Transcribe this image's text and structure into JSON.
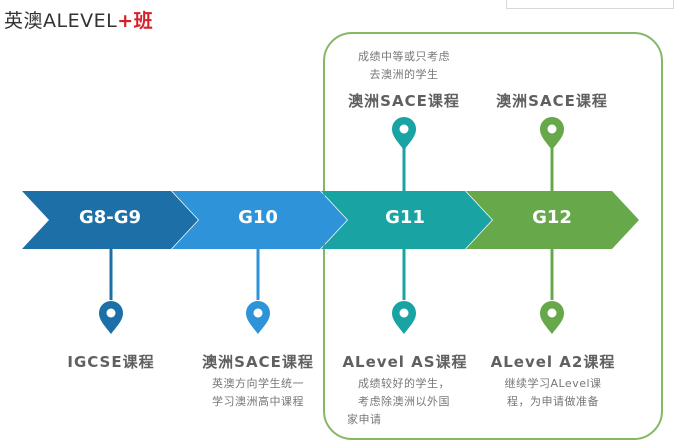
{
  "header": {
    "title_main": "英澳ALEVEL",
    "title_accent": "+班"
  },
  "colors": {
    "stage1": "#1d6fa7",
    "stage2": "#2e93d8",
    "stage3": "#19a3a3",
    "stage4": "#67a84a",
    "frame": "#84b865"
  },
  "stages": [
    {
      "label": "G8-G9",
      "color": "#1d6fa7"
    },
    {
      "label": "G10",
      "color": "#2e93d8"
    },
    {
      "label": "G11",
      "color": "#19a3a3"
    },
    {
      "label": "G12",
      "color": "#67a84a"
    }
  ],
  "top": {
    "note_line1": "成绩中等或只考虑",
    "note_line2": "去澳洲的学生",
    "course_g11": "澳洲SACE课程",
    "course_g12": "澳洲SACE课程"
  },
  "bottom": [
    {
      "course": "IGCSE课程",
      "note": []
    },
    {
      "course": "澳洲SACE课程",
      "note": [
        "英澳方向学生统一",
        "学习澳洲高中课程"
      ]
    },
    {
      "course": "ALevel AS课程",
      "note": [
        "成绩较好的学生，",
        "考虑除澳洲以外国",
        "家申请"
      ]
    },
    {
      "course": "ALevel A2课程",
      "note": [
        "继续学习ALevel课",
        "程，为申请做准备"
      ]
    }
  ]
}
